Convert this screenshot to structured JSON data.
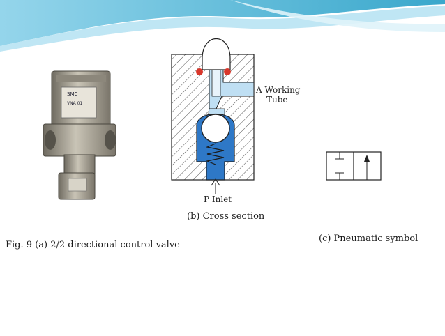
{
  "slide": {
    "theme_colors": {
      "wave_dark": "#2fa3c9",
      "wave_light": "#bfe6f4",
      "fluid": "#2e78c7",
      "seal": "#d9372b"
    },
    "photo": {
      "product_label": "SMC",
      "model_label": "VNA 01"
    },
    "cross_section": {
      "label_a_line1": "A Working",
      "label_a_line2": "Tube",
      "label_p": "P Inlet"
    },
    "captions": {
      "fig_a": "Fig. 9 (a) 2/2 directional control valve",
      "fig_b": "(b) Cross section",
      "fig_c": "(c) Pneumatic symbol"
    }
  }
}
